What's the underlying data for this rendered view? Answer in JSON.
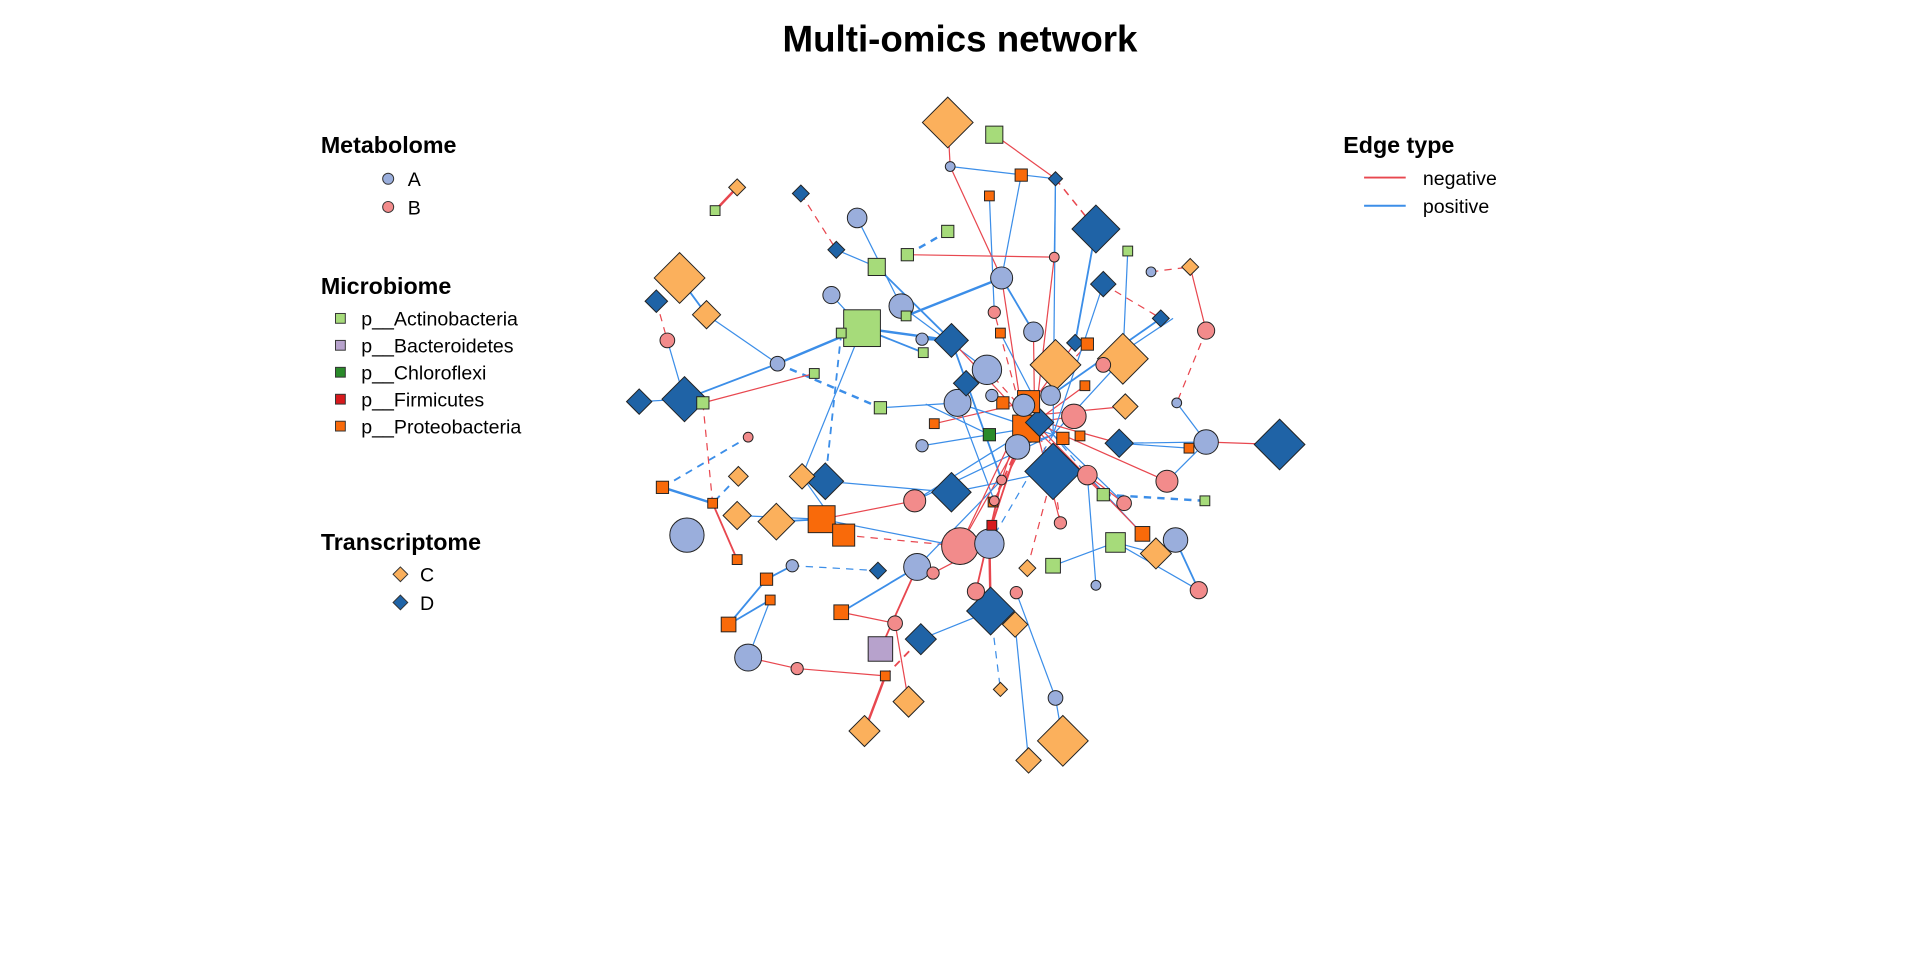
{
  "title": "Multi-omics network",
  "legends": {
    "metabolome": {
      "title": "Metabolome",
      "items": [
        {
          "label": "A",
          "color": "#9AAEDC",
          "shape": "circle"
        },
        {
          "label": "B",
          "color": "#F28B8B",
          "shape": "circle"
        }
      ]
    },
    "microbiome": {
      "title": "Microbiome",
      "items": [
        {
          "label": "p__Actinobacteria",
          "color": "#A6DB7A",
          "shape": "square"
        },
        {
          "label": "p__Bacteroidetes",
          "color": "#B7A2CC",
          "shape": "square"
        },
        {
          "label": "p__Chloroflexi",
          "color": "#2A8A2A",
          "shape": "square"
        },
        {
          "label": "p__Firmicutes",
          "color": "#D7191C",
          "shape": "square"
        },
        {
          "label": "p__Proteobacteria",
          "color": "#F96A0A",
          "shape": "square"
        }
      ]
    },
    "transcriptome": {
      "title": "Transcriptome",
      "items": [
        {
          "label": "C",
          "color": "#FBB05C",
          "shape": "diamond"
        },
        {
          "label": "D",
          "color": "#1F63A6",
          "shape": "diamond"
        }
      ]
    },
    "edge_type": {
      "title": "Edge type",
      "items": [
        {
          "label": "negative",
          "color": "#E8474F"
        },
        {
          "label": "positive",
          "color": "#3C8EE8"
        }
      ]
    }
  }
}
